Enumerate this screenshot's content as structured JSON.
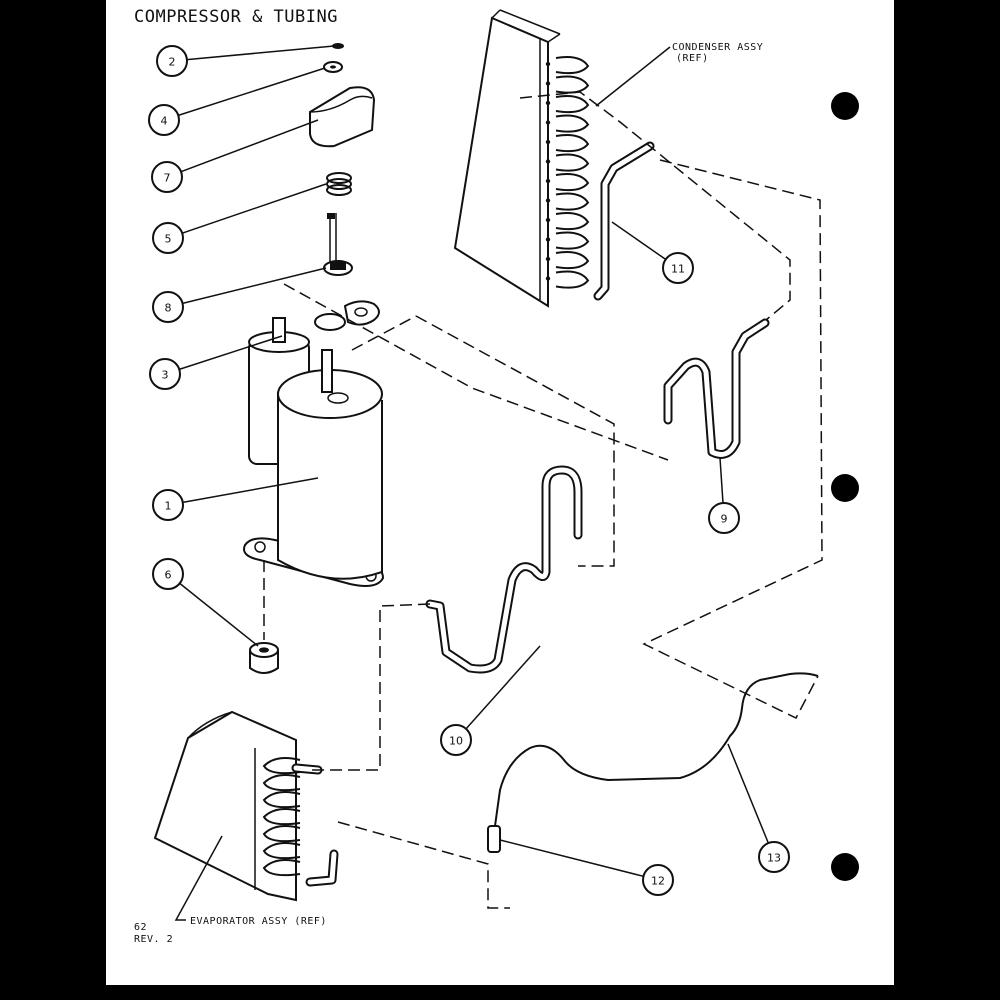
{
  "title": "COMPRESSOR & TUBING",
  "labels": {
    "condenser": "CONDENSER ASSY",
    "condenser_ref": "(REF)",
    "evaporator": "EVAPORATOR ASSY (REF)",
    "page_number": "62",
    "revision": "REV. 2"
  },
  "callouts": [
    "1",
    "2",
    "3",
    "4",
    "5",
    "6",
    "7",
    "8",
    "9",
    "10",
    "11",
    "12",
    "13"
  ]
}
